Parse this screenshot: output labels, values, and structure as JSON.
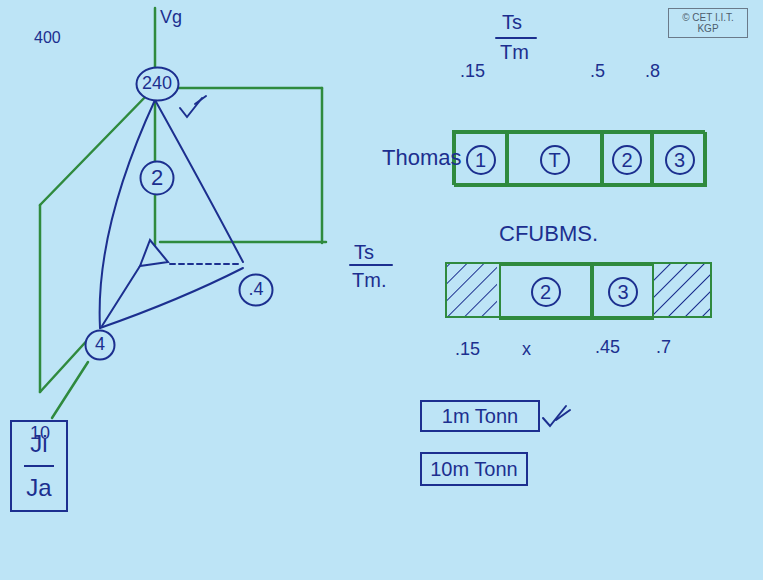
{
  "diagram": {
    "nodes": [
      {
        "text": [
          "© CET I.I.T. KGP"
        ]
      },
      {
        "text": [
          "Thomas"
        ]
      },
      {
        "text": [
          "1"
        ],
        "in": 1
      },
      {
        "text": [
          "T"
        ],
        "in": 1
      },
      {
        "text": [
          "2"
        ],
        "in": 1
      },
      {
        "text": [
          "3"
        ],
        "in": 1
      },
      {
        "text": [
          "CFUBMS."
        ]
      },
      {
        "text": [
          "2"
        ],
        "in": 6
      },
      {
        "text": [
          "3"
        ],
        "in": 6
      },
      {
        "text": [
          "1m Tonn"
        ]
      },
      {
        "text": [
          "10m Tonn"
        ]
      },
      {
        "text": [
          "Ji",
          "Ja"
        ]
      },
      {
        "text": [
          "240"
        ]
      },
      {
        "text": [
          "2"
        ]
      },
      {
        "text": [
          "4"
        ]
      },
      {
        "text": [
          ".4"
        ]
      }
    ],
    "labels": [
      "Vg",
      "400",
      "10",
      "Ts",
      "Tm.",
      "Ts",
      "Tm",
      ".15",
      ".5",
      ".8",
      ".15",
      "x",
      ".45",
      ".7"
    ]
  }
}
